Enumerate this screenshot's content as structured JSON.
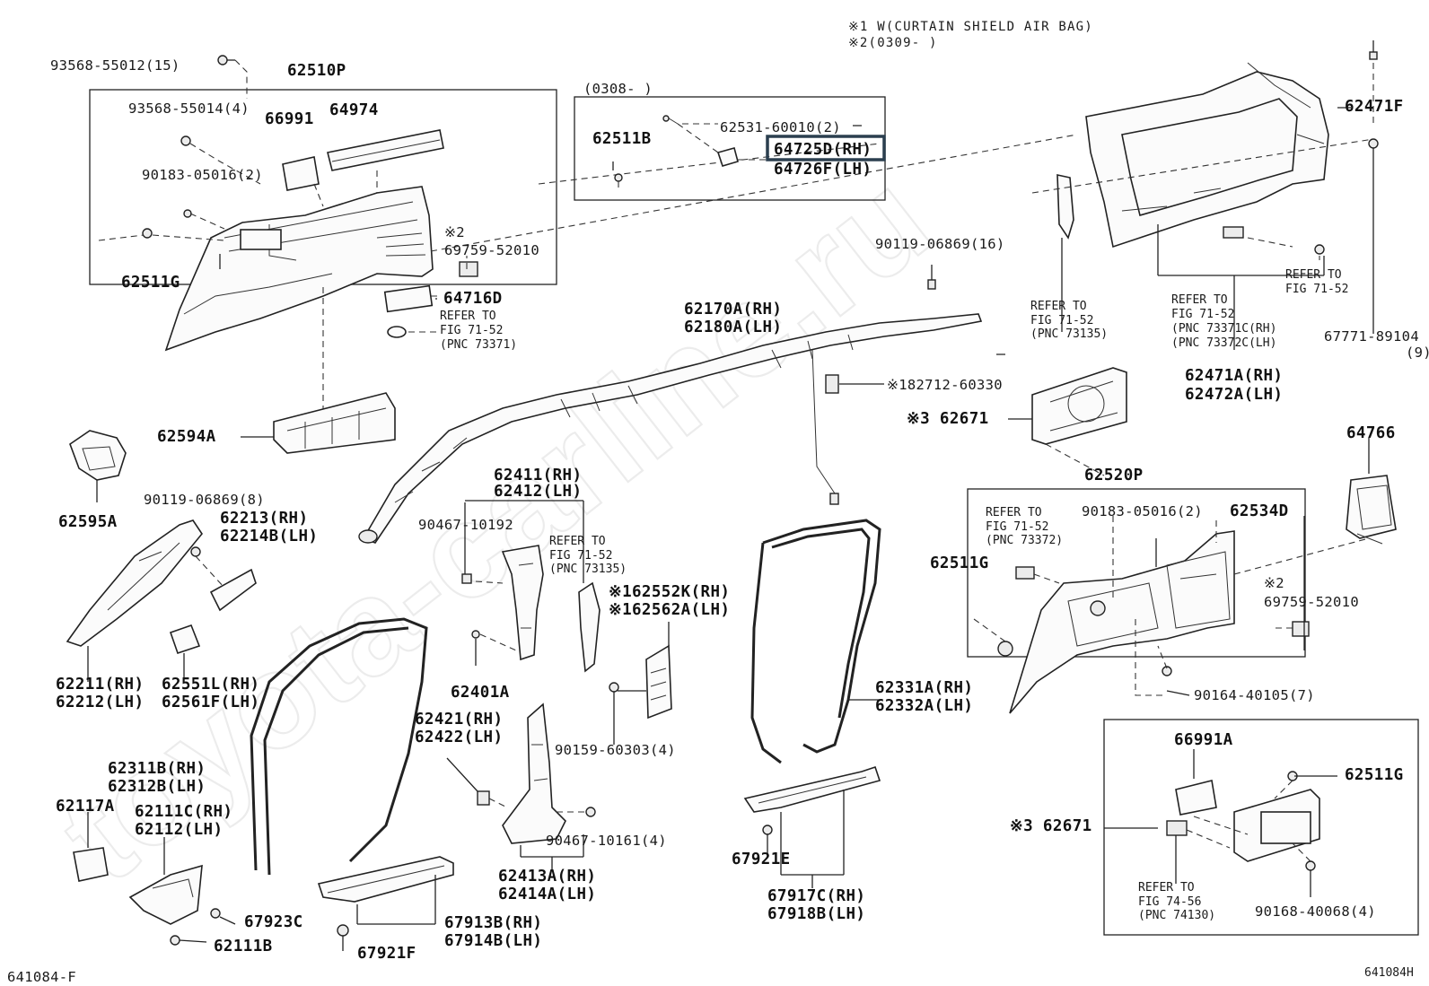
{
  "notes": {
    "note1": "※1 W(CURTAIN SHIELD AIR BAG)",
    "note2": "※2(0309-      )",
    "inset_date": "(0308-      )"
  },
  "watermark": "toyota-carline.ru",
  "footer": {
    "left_code": "641084-F",
    "right_code": "641084H"
  },
  "labels": {
    "p93568_55012": "93568-55012(15)",
    "p62510P": "62510P",
    "p93568_55014": "93568-55014(4)",
    "p66991": "66991",
    "p64974": "64974",
    "p90183_05016a": "90183-05016(2)",
    "p2a": "※2",
    "p69759_52010a": "69759-52010",
    "p62511Ga": "62511G",
    "p64716D": "64716D",
    "refer1": [
      "REFER TO",
      "FIG 71-52",
      "(PNC 73371)"
    ],
    "p62531": "62531-60010(2)",
    "p62511B": "62511B",
    "p64725D": "64725D(RH)",
    "p64726F": "64726F(LH)",
    "p62471F": "62471F",
    "p90119_16": "90119-06869(16)",
    "refer2": [
      "REFER TO",
      "FIG 71-52",
      "(PNC 73135)"
    ],
    "refer3": [
      "REFER TO",
      "FIG 71-52",
      "(PNC 73371C(RH)",
      "(PNC 73372C(LH)"
    ],
    "refer4": [
      "REFER TO",
      "FIG 71-52"
    ],
    "p67771": "67771-89104",
    "p67771q": "(9)",
    "p62170A": "62170A(RH)",
    "p62180A": "62180A(LH)",
    "p182712": "※182712-60330",
    "p62471A": "62471A(RH)",
    "p62472A": "62472A(LH)",
    "p62594A": "62594A",
    "p3_62671a": "※3 62671",
    "p64766": "64766",
    "p62595A": "62595A",
    "p90119_8": "90119-06869(8)",
    "p62213": "62213(RH)",
    "p62214B": "62214B(LH)",
    "p62411": "62411(RH)",
    "p62412": "62412(LH)",
    "p62520P": "62520P",
    "p90467_10192": "90467-10192",
    "refer5": [
      "REFER TO",
      "FIG 71-52",
      "(PNC 73135)"
    ],
    "refer6": [
      "REFER TO",
      "FIG 71-52",
      "(PNC 73372)"
    ],
    "p90183_05016b": "90183-05016(2)",
    "p62534D": "62534D",
    "p62511Gb": "62511G",
    "p162552K": "※162552K(RH)",
    "p162562A": "※162562A(LH)",
    "p2b": "※2",
    "p69759_52010b": "69759-52010",
    "p62211": "62211(RH)",
    "p62212": "62212(LH)",
    "p62551L": "62551L(RH)",
    "p62561F": "62561F(LH)",
    "p62401A": "62401A",
    "p62331A": "62331A(RH)",
    "p62332A": "62332A(LH)",
    "p90164": "90164-40105(7)",
    "p62421": "62421(RH)",
    "p62422": "62422(LH)",
    "p90159": "90159-60303(4)",
    "p66991A": "66991A",
    "p62311B": "62311B(RH)",
    "p62312B": "62312B(LH)",
    "p62511Gc": "62511G",
    "p62117A": "62117A",
    "p62111C": "62111C(RH)",
    "p62112": "62112(LH)",
    "p90467_10161": "90467-10161(4)",
    "p3_62671b": "※3 62671",
    "p62413A": "62413A(RH)",
    "p62414A": "62414A(LH)",
    "p67921E": "67921E",
    "refer7": [
      "REFER TO",
      "FIG 74-56",
      "(PNC 74130)"
    ],
    "p67923C": "67923C",
    "p67917C": "67917C(RH)",
    "p67918B": "67918B(LH)",
    "p90168": "90168-40068(4)",
    "p67913B": "67913B(RH)",
    "p67914B": "67914B(LH)",
    "p62111B": "62111B",
    "p67921F": "67921F"
  }
}
